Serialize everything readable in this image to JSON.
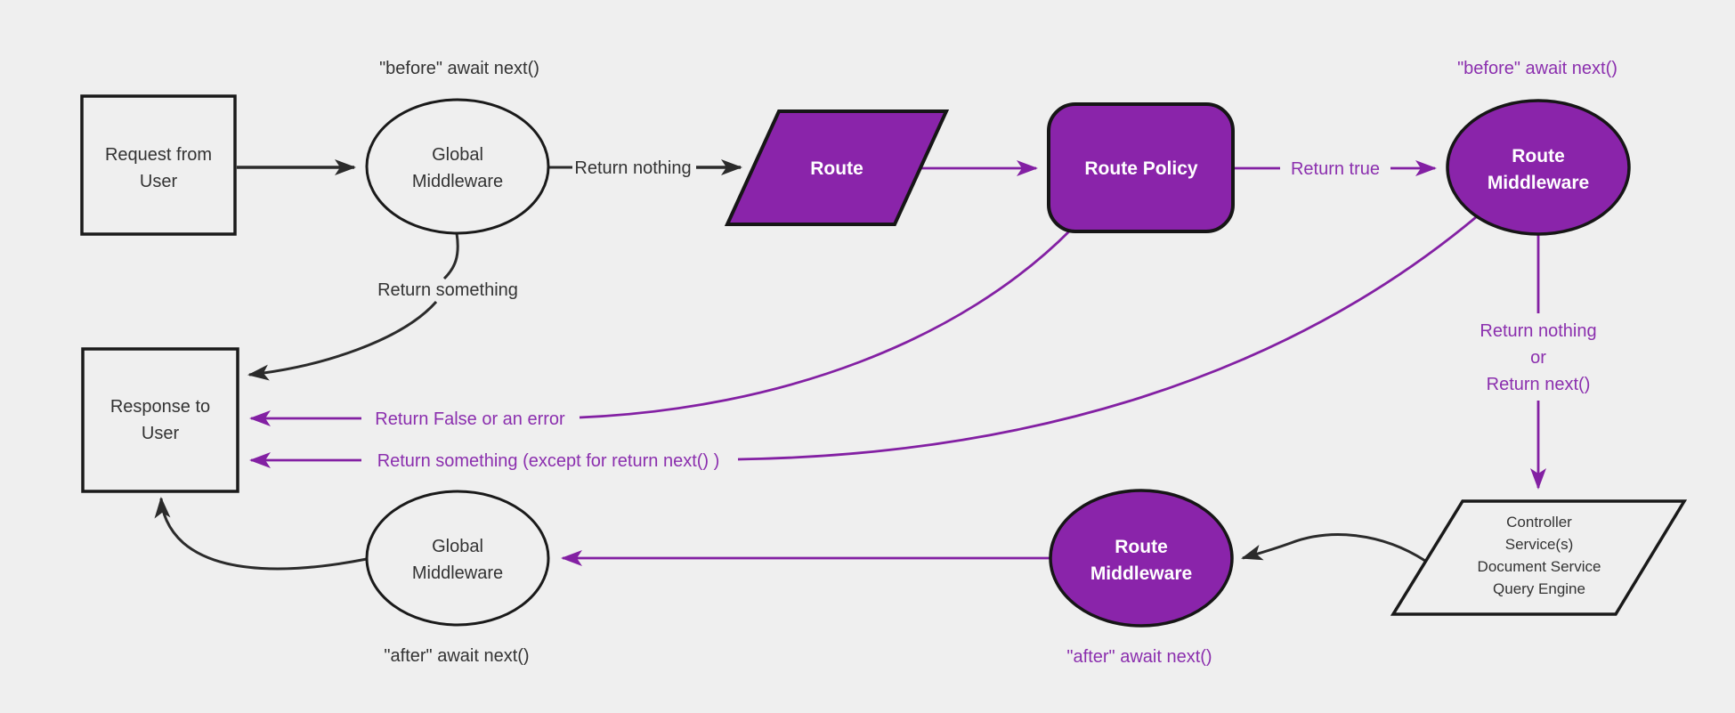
{
  "diagram": {
    "title": "Request lifecycle middleware flow diagram",
    "background_color": "#efefef",
    "colors": {
      "node_purple_fill": "#8a24aa",
      "purple_line": "#8320a3",
      "purple_text": "#8b2fae",
      "black_line": "#2b2b2b",
      "dark_text": "#333333",
      "node_text_white": "#ffffff",
      "light_node_fill": "#efefef",
      "dark_border": "#1a1a1a"
    },
    "nodes": {
      "request_from_user": {
        "line1": "Request from",
        "line2": "User"
      },
      "global_middleware_top": {
        "line1": "Global",
        "line2": "Middleware"
      },
      "route": {
        "label": "Route"
      },
      "route_policy": {
        "label": "Route Policy"
      },
      "route_middleware_top": {
        "line1": "Route",
        "line2": "Middleware"
      },
      "controller_stack": {
        "line1": "Controller",
        "line2": "Service(s)",
        "line3": "Document Service",
        "line4": "Query Engine"
      },
      "route_middleware_bottom": {
        "line1": "Route",
        "line2": "Middleware"
      },
      "global_middleware_bottom": {
        "line1": "Global",
        "line2": "Middleware"
      },
      "response_to_user": {
        "line1": "Response to",
        "line2": "User"
      }
    },
    "edge_labels": {
      "before_await_next_global": "\"before\" await next()",
      "before_await_next_route": "\"before\" await next()",
      "return_nothing_top": "Return nothing",
      "return_true": "Return true",
      "return_something_black": "Return something",
      "return_nothing_stack_line1": "Return nothing",
      "return_nothing_stack_line2": "or",
      "return_nothing_stack_line3": "Return next()",
      "return_false_or_error": "Return False or an error",
      "return_something_except": "Return something (except for return next() )",
      "after_await_next_route": "\"after\" await next()",
      "after_await_next_global": "\"after\" await next()"
    }
  }
}
